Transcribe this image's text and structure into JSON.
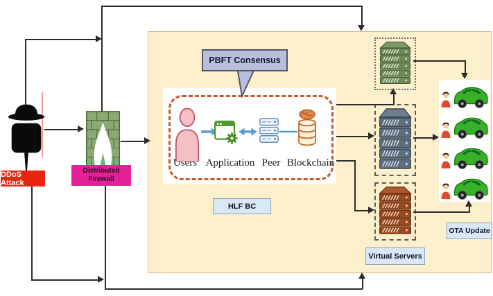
{
  "nodes": {
    "attack": {
      "label": "DDoS Attack"
    },
    "firewall": {
      "label": "Distributed Firewall"
    },
    "consensus_bubble": {
      "label": "PBFT Consensus"
    },
    "hlf_network": {
      "components": [
        "Users",
        "Application",
        "Peer",
        "Blockchain"
      ]
    },
    "hlf_bc_label": "HLF BC",
    "virtual_servers_label": "Virtual Servers",
    "ota_label": "OTA Update"
  },
  "icons": {
    "attack": "hacker-icon",
    "firewall": "brick-wall-flame-icon",
    "hlf_components": [
      "user-silhouette-icon",
      "application-window-gear-icon",
      "server-rack-icon",
      "blockchain-database-icon"
    ],
    "virtual_servers": [
      "green-server-icon",
      "gray-server-icon",
      "brown-server-icon"
    ],
    "fleet_row": [
      "driver-icon",
      "car-icon"
    ]
  },
  "counts": {
    "virtual_servers": 3,
    "server_rack_units": 5,
    "fleet_vehicles": 4
  },
  "colors": {
    "canvas_bg": "#ffffff",
    "zone_bg": "#fcefcb",
    "dashed_network_border": "#c25b2e",
    "attack_label_bg": "#e8250e",
    "firewall_label_bg": "#e32097",
    "consensus_bubble_bg": "#b9bedd",
    "tag_bg": "#d9e8f7",
    "server_green": "#6d8a56",
    "server_gray": "#5d6e7e",
    "server_brown": "#9a4a1e",
    "car_green": "#38b02a",
    "component_arrow_blue": "#5b9bd5",
    "connector": "#2b2b2b"
  }
}
